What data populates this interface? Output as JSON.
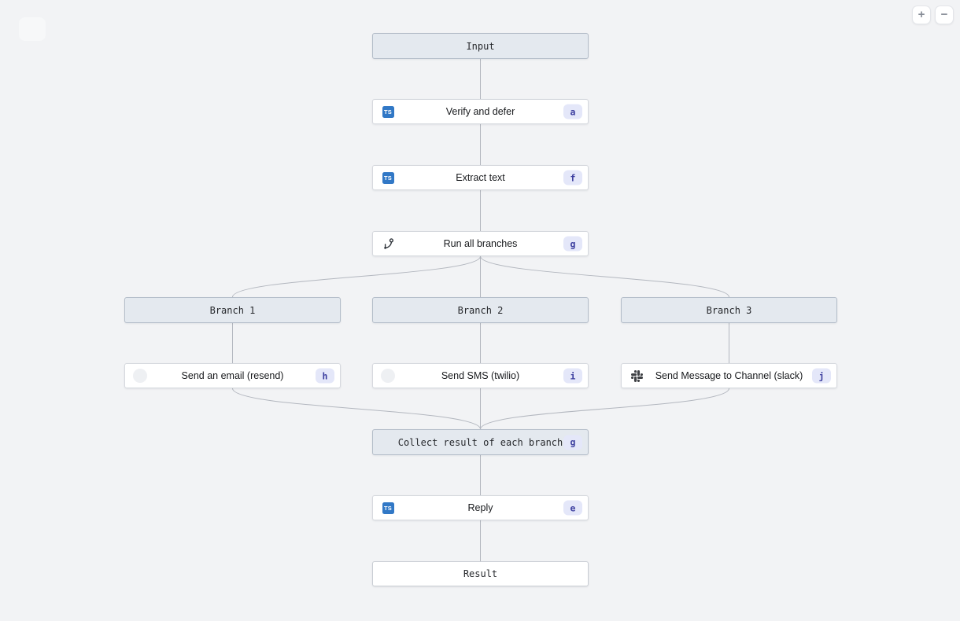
{
  "controls": {
    "zoom_in_label": "+",
    "zoom_out_label": "−"
  },
  "colors": {
    "canvas_bg": "#f2f3f5",
    "header_node_bg": "#e4e9ef",
    "header_node_border": "#b4bdc9",
    "step_node_bg": "#ffffff",
    "step_node_border": "#d6d9de",
    "edge": "#b3b7bf",
    "badge_bg": "#e4e7f9",
    "badge_text": "#3c3e9f",
    "typescript_blue": "#3178c6",
    "slack_gray": "#3f4145"
  },
  "icons": {
    "ts_text": "TS"
  },
  "nodes": {
    "input": {
      "label": "Input"
    },
    "verify": {
      "label": "Verify and defer",
      "badge": "a",
      "icon": "typescript-icon"
    },
    "extract": {
      "label": "Extract text",
      "badge": "f",
      "icon": "typescript-icon"
    },
    "run_all": {
      "label": "Run all branches",
      "badge": "g",
      "icon": "git-branch-icon"
    },
    "branch1": {
      "label": "Branch 1"
    },
    "branch2": {
      "label": "Branch 2"
    },
    "branch3": {
      "label": "Branch 3"
    },
    "send_email": {
      "label": "Send an email (resend)",
      "badge": "h",
      "icon": "resend-icon"
    },
    "send_sms": {
      "label": "Send SMS (twilio)",
      "badge": "i",
      "icon": "twilio-icon"
    },
    "send_slack": {
      "label": "Send Message to Channel (slack)",
      "badge": "j",
      "icon": "slack-icon"
    },
    "collect": {
      "label": "Collect result of each branch",
      "badge": "g"
    },
    "reply": {
      "label": "Reply",
      "badge": "e",
      "icon": "typescript-icon"
    },
    "result": {
      "label": "Result"
    }
  }
}
